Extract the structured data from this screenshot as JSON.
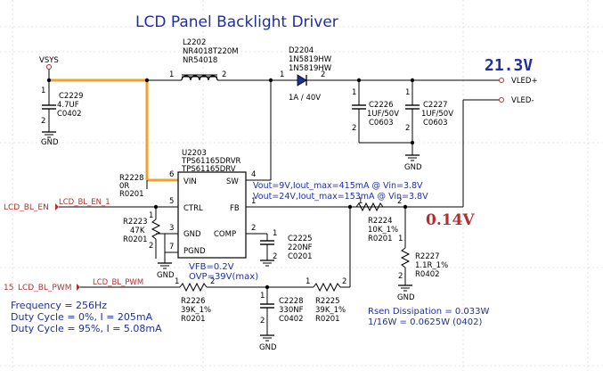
{
  "title": "LCD Panel Backlight Driver",
  "colors": {
    "title": "#1f2f9f",
    "wire": "#000000",
    "power_net": "#f0a030",
    "gridline": "#cccccc",
    "voltage_readout": "#1f2f9f",
    "sense_readout": "#b03030",
    "port": "#b03030",
    "net_label": "#b03030"
  },
  "nets": {
    "vsys": "VSYS",
    "vled_plus": "VLED+",
    "vled_minus": "VLED-",
    "gnd": "GND",
    "bl_en": "LCD_BL_EN",
    "bl_en_pin": "LCD_BL_EN_1",
    "bl_pwm": "LCD_BL_PWM",
    "bl_pwm_pin_num": "15",
    "bl_pwm_pin": "LCD_BL_PWM"
  },
  "readouts": {
    "vled": "21.3V",
    "vsense": "0.14V"
  },
  "components": {
    "c2229": {
      "ref": "C2229",
      "value": "4.7UF",
      "pkg": "C0402",
      "pin1": "1",
      "pin2": "2"
    },
    "l2202": {
      "ref": "L2202",
      "value": "NR4018T220M",
      "alt": "NR54018",
      "pin1": "1",
      "pin2": "2"
    },
    "d2204": {
      "ref": "D2204",
      "value1": "1N5819HW",
      "value2": "1N5819HW",
      "rating": "1A / 40V",
      "pin1": "1",
      "pin2": "2"
    },
    "c2226": {
      "ref": "C2226",
      "value": "1UF/50V",
      "pkg": "C0603",
      "pin1": "1",
      "pin2": "2"
    },
    "c2227": {
      "ref": "C2227",
      "value": "1UF/50V",
      "pkg": "C0603",
      "pin1": "1",
      "pin2": "2"
    },
    "u2203": {
      "ref": "U2203",
      "part1": "TPS61165DRVR",
      "part2": "TPS61165DRV",
      "pins": {
        "vin": "VIN",
        "vin_num": "6",
        "sw": "SW",
        "sw_num": "4",
        "ctrl": "CTRL",
        "ctrl_num": "5",
        "fb": "FB",
        "fb_num": "1",
        "gnd": "GND",
        "gnd_num": "3",
        "comp": "COMP",
        "comp_num": "2",
        "pgnd": "PGND",
        "pgnd_num": "7"
      },
      "note_vfb": "VFB=0.2V",
      "note_ovp": "OVP=39V(max)"
    },
    "r2228": {
      "ref": "R2228",
      "value": "0R",
      "pkg": "R0201",
      "pin1": "1",
      "pin2": "2"
    },
    "r2223": {
      "ref": "R2223",
      "value": "47K",
      "pkg": "R0201",
      "pin1": "1",
      "pin2": "2"
    },
    "c2225": {
      "ref": "C2225",
      "value": "220NF",
      "pkg": "C0201",
      "pin1": "1",
      "pin2": "2"
    },
    "r2224": {
      "ref": "R2224",
      "value": "10K_1%",
      "pkg": "R0201",
      "pin1": "1",
      "pin2": "2"
    },
    "r2227": {
      "ref": "R2227",
      "value": "1.1R_1%",
      "pkg": "R0402",
      "pin1": "1",
      "pin2": "2"
    },
    "r2226": {
      "ref": "R2226",
      "value": "39K_1%",
      "pkg": "R0201",
      "pin1": "1",
      "pin2": "2"
    },
    "c2228": {
      "ref": "C2228",
      "value": "330NF",
      "pkg": "C0402",
      "pin1": "1",
      "pin2": "2"
    },
    "r2225": {
      "ref": "R2225",
      "value": "39K_1%",
      "pkg": "R0201",
      "pin1": "1",
      "pin2": "2"
    }
  },
  "notes": {
    "vout_9v": "Vout=9V,Iout_max=415mA @ Vin=3.8V",
    "vout_24v": "Vout=24V,Iout_max=153mA @ Vin=3.8V",
    "frequency": "Frequency = 256Hz",
    "duty0": "Duty Cycle = 0%, I = 205mA",
    "duty95": "Duty Cycle = 95%, I = 5.08mA",
    "rsen": "Rsen Dissipation = 0.033W",
    "rsen_rating": "1/16W = 0.0625W (0402)"
  }
}
